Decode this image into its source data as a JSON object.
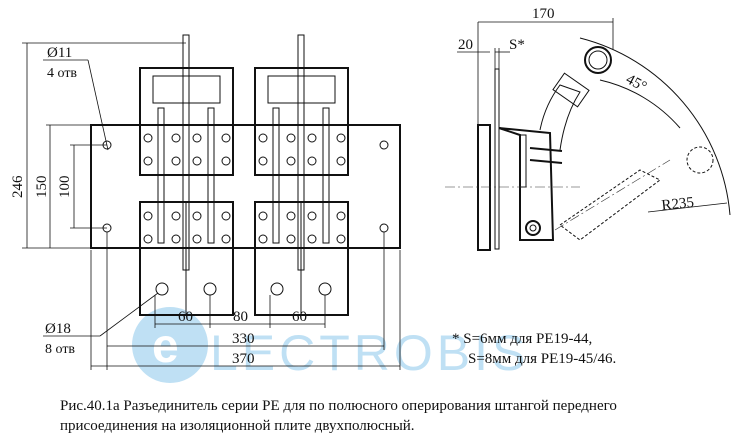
{
  "front_view": {
    "hole_small_label": "Ø11",
    "hole_small_count": "4 отв",
    "hole_large_label": "Ø18",
    "hole_large_count": "8 отв",
    "dim_height_total": "246",
    "dim_height_150": "150",
    "dim_height_100": "100",
    "dim_60_left": "60",
    "dim_80": "80",
    "dim_60_right": "60",
    "dim_330": "330",
    "dim_370": "370"
  },
  "side_view": {
    "dim_170": "170",
    "dim_20": "20",
    "dim_s": "S*",
    "angle": "45°",
    "radius": "R235"
  },
  "footnote": {
    "line1": "*  S=6мм для РЕ19-44,",
    "line2": "S=8мм для РЕ19-45/46."
  },
  "watermark": {
    "text": "ELECTROBIS",
    "color": "#4aa8e0"
  },
  "caption": {
    "line1": "Рис.40.1а Разъединитель серии РЕ для по полюсного оперирования штангой переднего",
    "line2": "присоединения на изоляционной плите двухполюсный."
  }
}
